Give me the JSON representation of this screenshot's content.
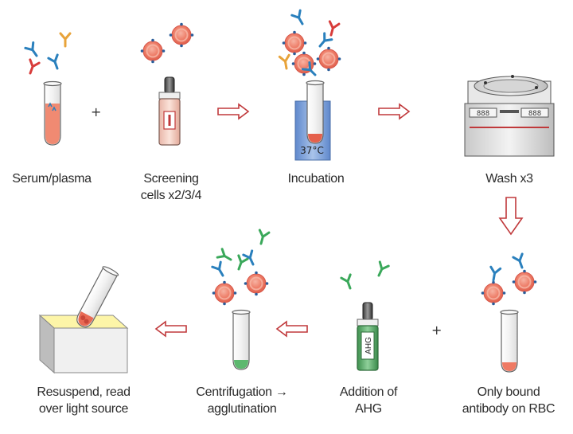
{
  "steps": [
    {
      "id": "serum",
      "lines": [
        "Serum/plasma"
      ]
    },
    {
      "id": "screening",
      "lines": [
        "Screening",
        "cells x2/3/4"
      ]
    },
    {
      "id": "incubation",
      "lines": [
        "Incubation"
      ]
    },
    {
      "id": "wash",
      "lines": [
        "Wash x3"
      ]
    },
    {
      "id": "bound",
      "lines": [
        "Only bound",
        "antibody on RBC"
      ]
    },
    {
      "id": "ahg",
      "lines": [
        "Addition of",
        "AHG"
      ]
    },
    {
      "id": "centrifuge",
      "lines": [
        "Centrifugation →",
        "agglutination"
      ]
    },
    {
      "id": "resuspend",
      "lines": [
        "Resuspend, read",
        "over light source"
      ]
    }
  ],
  "plus_signs": [
    "+",
    "+"
  ],
  "temperature": "37°C",
  "ahg_bottle_label": "AHG",
  "centrifuge_display": [
    "888",
    "888"
  ],
  "colors": {
    "arrow_outline": "#c0393b",
    "arrow_fill": "#ffffff",
    "serum": "#f08a72",
    "cell_fill": "#ee7f6a",
    "cell_ring": "#f5b8a6",
    "antibody_blue": "#2a80bd",
    "antibody_orange": "#e8a33a",
    "antibody_red": "#d83c3a",
    "antibody_green": "#3aa85a",
    "water": "#7fa6dc",
    "ahg_green": "#5daa6a",
    "light_box_top": "#fdf5a8"
  },
  "icons": [
    "antibody-icon",
    "red-cell-icon",
    "test-tube-icon",
    "dropper-bottle-icon",
    "centrifuge-icon",
    "water-bath-icon",
    "light-box-icon",
    "hollow-arrow-icon"
  ]
}
